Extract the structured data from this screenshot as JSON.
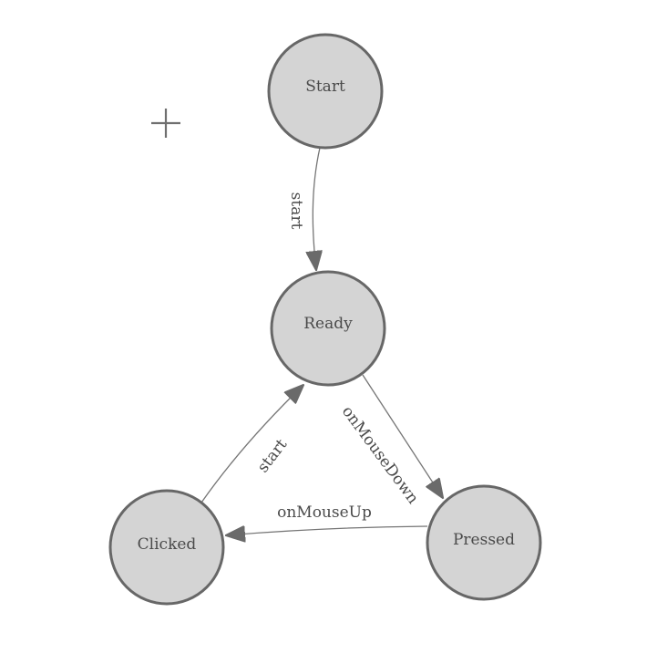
{
  "diagram": {
    "kind": "finite-state-machine",
    "nodes": [
      {
        "id": "start",
        "label": "Start"
      },
      {
        "id": "ready",
        "label": "Ready"
      },
      {
        "id": "clicked",
        "label": "Clicked"
      },
      {
        "id": "pressed",
        "label": "Pressed"
      }
    ],
    "edges": [
      {
        "from": "Start",
        "to": "Ready",
        "label": "start"
      },
      {
        "from": "Ready",
        "to": "Pressed",
        "label": "onMouseDown"
      },
      {
        "from": "Pressed",
        "to": "Clicked",
        "label": "onMouseUp"
      },
      {
        "from": "Clicked",
        "to": "Ready",
        "label": "start"
      }
    ],
    "crosshair_glyph": "+"
  },
  "colors": {
    "background": "#ffffff",
    "node_fill": "#d4d4d4",
    "node_stroke": "#676767",
    "edge_stroke": "#757575",
    "arrow_fill": "#6a6a6a",
    "label_text": "#4a4a4a",
    "crosshair": "#6f6f6f"
  }
}
